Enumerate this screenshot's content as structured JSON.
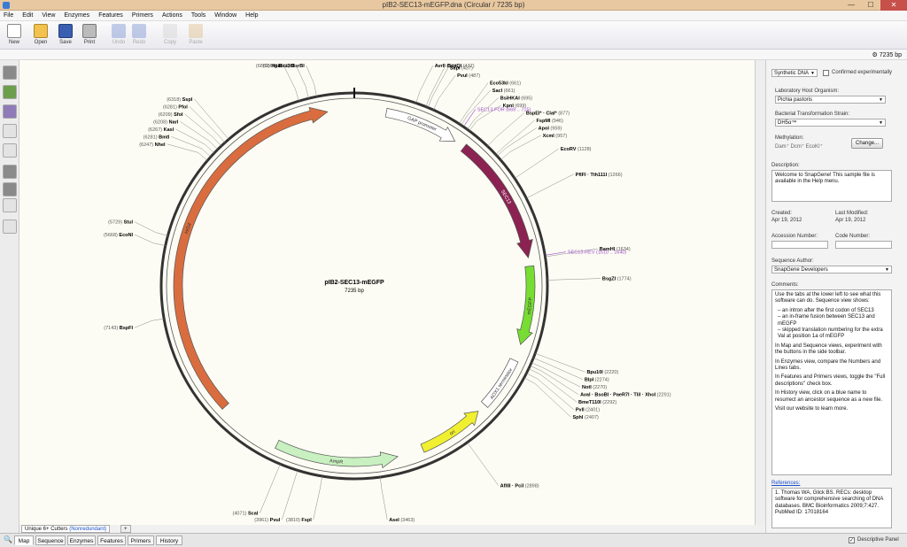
{
  "window": {
    "title": "pIB2-SEC13-mEGFP.dna  (Circular / 7235 bp)",
    "controls": [
      "—",
      "☐",
      "✕"
    ]
  },
  "menu": [
    "File",
    "Edit",
    "View",
    "Enzymes",
    "Features",
    "Primers",
    "Actions",
    "Tools",
    "Window",
    "Help"
  ],
  "toolbar": {
    "new": "New",
    "open": "Open",
    "save": "Save",
    "print": "Print",
    "undo": "Undo",
    "redo": "Redo",
    "copy": "Copy",
    "paste": "Paste"
  },
  "bp_total": "7235 bp",
  "map": {
    "name": "pIB2-SEC13-mEGFP",
    "length": "7235 bp",
    "total_bp": 7235,
    "features": [
      {
        "label": "GAP promoter",
        "start": 210,
        "end": 700,
        "color": "#ffffff",
        "direction": "fwd"
      },
      {
        "label": "SEC13",
        "start": 770,
        "end": 1625,
        "color": "#8b2252",
        "direction": "fwd"
      },
      {
        "label": "mEGFP",
        "start": 1680,
        "end": 2200,
        "color": "#77dd33",
        "direction": "fwd"
      },
      {
        "label": "AOX1 terminator",
        "start": 2310,
        "end": 2660,
        "color": "#ffffff",
        "direction": "none"
      },
      {
        "label": "ori",
        "start": 2720,
        "end": 3160,
        "color": "#f0f030",
        "direction": "rev"
      },
      {
        "label": "AmpR",
        "start": 3330,
        "end": 4140,
        "color": "#c8f0c0",
        "direction": "rev"
      },
      {
        "label": "HIS4",
        "start": 4560,
        "end": 7060,
        "color": "#d96d3f",
        "direction": "fwd"
      }
    ],
    "primers": [
      {
        "label": "SEC13-FOR",
        "detail": "(669 .. 715)",
        "pos": 692
      },
      {
        "label": "SEC13-REV",
        "detail": "(1610 .. 1640)",
        "pos": 1625
      }
    ],
    "sites": [
      {
        "name": "BsrBI",
        "coord": "(7009)",
        "pos": 7009
      },
      {
        "name": "Bsu36I",
        "coord": "(6660)",
        "pos": 6960
      },
      {
        "name": "HpaI",
        "coord": "(6852)",
        "pos": 6900
      },
      {
        "name": "SspI",
        "coord": "(6318)",
        "pos": 6420
      },
      {
        "name": "PfoI",
        "coord": "(6281)",
        "pos": 6390
      },
      {
        "name": "SfoI",
        "coord": "(6209)",
        "pos": 6360
      },
      {
        "name": "NarI",
        "coord": "(6208)",
        "pos": 6330
      },
      {
        "name": "KasI",
        "coord": "(6267)",
        "pos": 6300
      },
      {
        "name": "BmtI",
        "coord": "(6281)",
        "pos": 6270
      },
      {
        "name": "NheI",
        "coord": "(6247)",
        "pos": 6240
      },
      {
        "name": "StuI",
        "coord": "(5729)",
        "pos": 5729
      },
      {
        "name": "EcoNI",
        "coord": "(5668)",
        "pos": 5668
      },
      {
        "name": "BspFI",
        "coord": "(7143)",
        "pos": 5230
      },
      {
        "name": "AvrII",
        "coord": "(374)",
        "pos": 374
      },
      {
        "name": "BspQI",
        "coord": "(437)",
        "pos": 437
      },
      {
        "name": "SapI",
        "coord": "(437)",
        "pos": 450
      },
      {
        "name": "PvuI",
        "coord": "(487)",
        "pos": 487
      },
      {
        "name": "Eco53kI",
        "coord": "(661)",
        "pos": 661
      },
      {
        "name": "SacI",
        "coord": "(661)",
        "pos": 675
      },
      {
        "name": "BsiHKAI",
        "coord": "(695)",
        "pos": 720
      },
      {
        "name": "KpnI",
        "coord": "(699)",
        "pos": 735
      },
      {
        "name": "BspEI* · ClaI*",
        "coord": "(877)",
        "pos": 877
      },
      {
        "name": "FspMI",
        "coord": "(946)",
        "pos": 946
      },
      {
        "name": "ApoI",
        "coord": "(959)",
        "pos": 959
      },
      {
        "name": "XcmI",
        "coord": "(957)",
        "pos": 990
      },
      {
        "name": "EcoRV",
        "coord": "(1128)",
        "pos": 1128
      },
      {
        "name": "PflFI · Tth111I",
        "coord": "(1266)",
        "pos": 1266
      },
      {
        "name": "BamHI",
        "coord": "(1634)",
        "pos": 1634
      },
      {
        "name": "BsgZI",
        "coord": "(1774)",
        "pos": 1774
      },
      {
        "name": "Bpu10I",
        "coord": "(2220)",
        "pos": 2220
      },
      {
        "name": "BlpI",
        "coord": "(2274)",
        "pos": 2250
      },
      {
        "name": "NotI",
        "coord": "(2270)",
        "pos": 2280
      },
      {
        "name": "AvaI · BsoBI · PaeR7I · TliI · XhoI",
        "coord": "(2291)",
        "pos": 2300
      },
      {
        "name": "BmeT110I",
        "coord": "(2292)",
        "pos": 2320
      },
      {
        "name": "PvlI",
        "coord": "(2401)",
        "pos": 2350
      },
      {
        "name": "SphI",
        "coord": "(2407)",
        "pos": 2380
      },
      {
        "name": "AflIII · PciI",
        "coord": "(2898)",
        "pos": 2898
      },
      {
        "name": "AseI",
        "coord": "(3463)",
        "pos": 3463
      },
      {
        "name": "FspI",
        "coord": "(3810)",
        "pos": 3810
      },
      {
        "name": "PvuI",
        "coord": "(3961)",
        "pos": 3961
      },
      {
        "name": "ScaI",
        "coord": "(4071)",
        "pos": 4071
      }
    ]
  },
  "subtabs": {
    "enzymes": "Unique 6+ Cutters",
    "enzymes_link": "(Nonredundant)",
    "plus": "+"
  },
  "bottom_tabs": [
    "Map",
    "Sequence",
    "Enzymes",
    "Features",
    "Primers",
    "History"
  ],
  "bottom_checkbox": "Descriptive Panel",
  "panel": {
    "synthesis": "Synthetic DNA",
    "confirmed": "Confirmed experimentally",
    "lab_host_label": "Laboratory Host Organism:",
    "lab_host": "Pichia pastoris",
    "bact_label": "Bacterial Transformation Strain:",
    "bact": "DH5α™",
    "methylation_label": "Methylation:",
    "methylation": "Dam⁺  Dcm⁺  EcoKI⁺",
    "change": "Change...",
    "description_label": "Description:",
    "description": "Welcome to SnapGene! This sample file is available in the Help menu.",
    "created_label": "Created:",
    "created": "Apr 19, 2012",
    "modified_label": "Last Modified:",
    "modified": "Apr 19, 2012",
    "accession_label": "Accession Number:",
    "addgene_label": "Code Number:",
    "author_label": "Sequence Author:",
    "author": "SnapGene Developers",
    "comments_label": "Comments:",
    "comments": [
      "Use the tabs at the lower left to see what this software can do. Sequence view shows:",
      "– an intron after the first codon of SEC13",
      "– an in-frame fusion between SEC13 and mEGFP",
      "– skipped translation numbering for the extra Val at position 1a of mEGFP",
      "In Map and Sequence views, experiment with the buttons in the side toolbar.",
      "In Enzymes view, compare the Numbers and Lines tabs.",
      "In Features and Primers views, toggle the \"Full descriptions\" check box.",
      "In History view, click on a blue name to resurrect an ancestor sequence as a new file.",
      "Visit our website to learn more."
    ],
    "references_label": "References:",
    "reference": "1. Thomas WA, Glick BS. RECs: desktop software for comprehensive searching of DNA databases. BMC Bioinformatics 2009;7:427. PubMed ID: 17018164"
  },
  "colors": {
    "backbone": "#333333",
    "canvas": "#fdfcf4",
    "primer": "#9b4dca",
    "link": "#1a4ec9"
  }
}
